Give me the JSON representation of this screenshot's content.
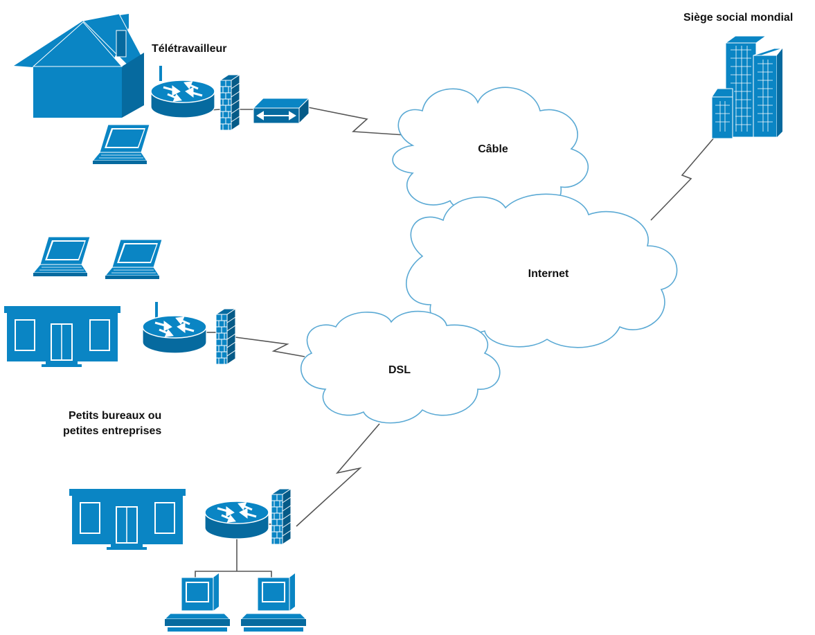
{
  "labels": {
    "teleworker": "Télétravailleur",
    "hq": "Siège social mondial",
    "cable": "Câble",
    "internet": "Internet",
    "dsl": "DSL",
    "small_office_line1": "Petits bureaux ou",
    "small_office_line2": "petites entreprises"
  },
  "colors": {
    "device": "#0a85c4",
    "device_dark": "#066a9f",
    "cloud_stroke": "#5aa9d4",
    "link": "#555555"
  },
  "icons": [
    "house-icon",
    "router-icon",
    "firewall-icon",
    "cable-modem-icon",
    "laptop-icon",
    "cloud-icon",
    "building-icon",
    "office-icon",
    "desktop-pc-icon",
    "serial-link-icon"
  ]
}
